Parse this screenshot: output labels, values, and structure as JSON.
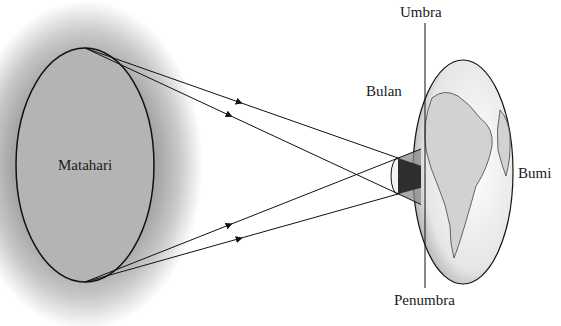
{
  "diagram": {
    "nodes": [
      {
        "text": [
          "Matahari"
        ]
      },
      {
        "text": [
          "Bulan"
        ]
      },
      {
        "text": [
          "Bumi"
        ]
      }
    ],
    "labels": [
      "Umbra",
      "Penumbra"
    ]
  }
}
